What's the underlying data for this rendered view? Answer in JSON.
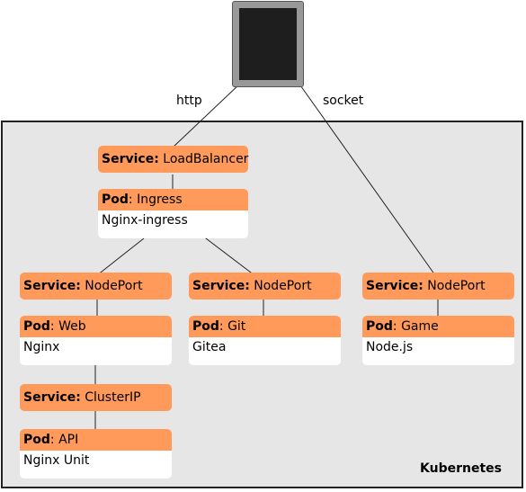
{
  "edge_labels": {
    "http": "http",
    "socket": "socket"
  },
  "cluster_label": "Kubernetes",
  "services": {
    "loadbalancer": {
      "kind": "Service:",
      "name": "LoadBalancer"
    },
    "nodeport_web": {
      "kind": "Service:",
      "name": "NodePort"
    },
    "nodeport_git": {
      "kind": "Service:",
      "name": "NodePort"
    },
    "nodeport_game": {
      "kind": "Service:",
      "name": "NodePort"
    },
    "clusterip_api": {
      "kind": "Service:",
      "name": "ClusterIP"
    }
  },
  "pods": {
    "ingress": {
      "kind": "Pod",
      "name": ": Ingress",
      "container": "Nginx-ingress"
    },
    "web": {
      "kind": "Pod",
      "name": ": Web",
      "container": "Nginx"
    },
    "git": {
      "kind": "Pod",
      "name": ": Git",
      "container": "Gitea"
    },
    "game": {
      "kind": "Pod",
      "name": ": Game",
      "container": "Node.js"
    },
    "api": {
      "kind": "Pod",
      "name": ": API",
      "container": "Nginx Unit"
    }
  }
}
